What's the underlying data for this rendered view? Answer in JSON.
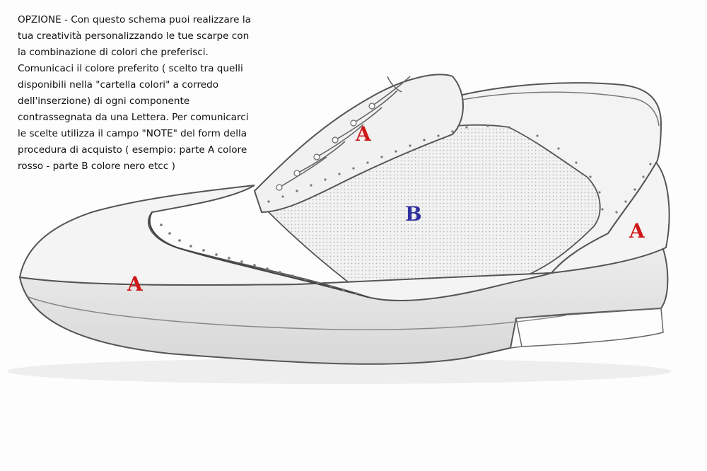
{
  "description_lines": [
    "OPZIONE - Con questo schema puoi realizzare la",
    "tua creatività personalizzando le tue scarpe con",
    "la combinazione di colori che preferisci.",
    "Comunicaci il colore preferito ( scelto tra quelli",
    "disponibili nella \"cartella colori\" a corredo",
    "dell'inserzione) di ogni componente",
    "contrassegnata da una Lettera. Per comunicarci",
    "le scelte utilizza il campo \"NOTE\" del form della",
    "procedura di acquisto ( esempio: parte A colore",
    "rosso - parte B colore nero etcc )"
  ],
  "part_labels": {
    "toe": "A",
    "eyestay": "A",
    "vamp": "B",
    "heel": "A"
  },
  "colors": {
    "part_a_label": "#d01818",
    "part_b_label": "#3030a0",
    "sketch_line": "#555555"
  }
}
